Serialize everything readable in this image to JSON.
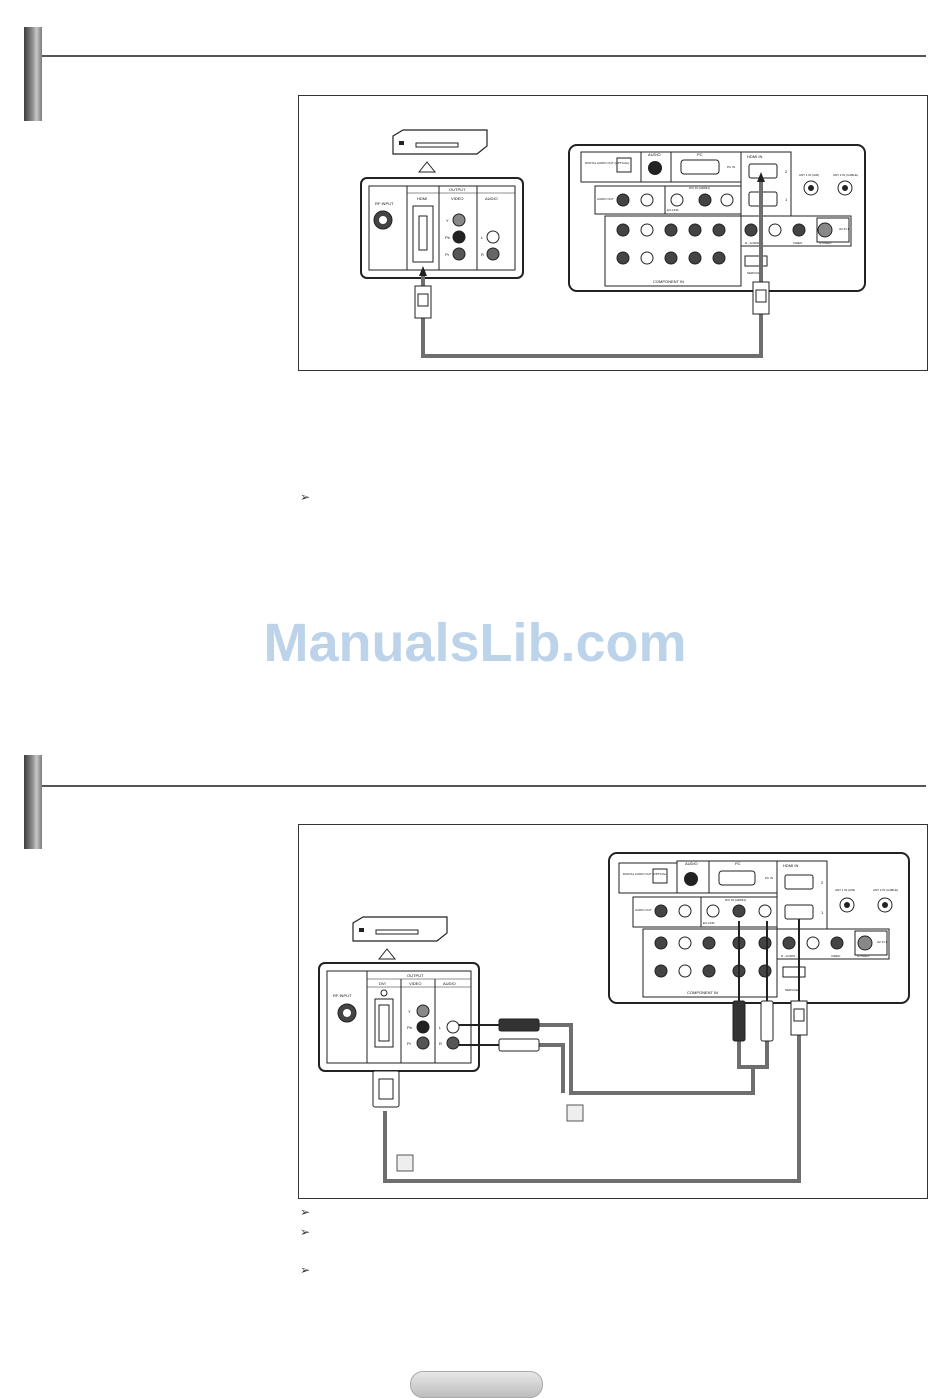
{
  "watermark": "ManualsLib.com",
  "figure1": {
    "device_panel": {
      "rf_input": "RF INPUT",
      "output": "OUTPUT",
      "hdmi": "HDMI",
      "video": "VIDEO",
      "audio": "AUDIO",
      "y": "Y",
      "pb": "Pb",
      "pr": "Pr",
      "l": "L",
      "r": "R"
    },
    "tv_panel": {
      "digital_audio_out": "DIGITAL AUDIO OUT (OPTICAL)",
      "audio": "AUDIO",
      "pc": "PC",
      "pc_in": "PC IN",
      "hdmi_in": "HDMI IN",
      "ant1": "ANT 1 IN (AIR)",
      "ant2": "ANT 2 IN (CABLE)",
      "audio_out": "AUDIO OUT",
      "dvi_in": "DVI IN (HDMI1)",
      "ex_link": "EX-LINK",
      "audio_rl": "R - AUDIO - L",
      "video": "VIDEO",
      "svideo": "S-VIDEO",
      "av_in": "AV IN 1",
      "service": "SERVICE",
      "component_in": "COMPONENT IN",
      "port2": "2",
      "port1": "1"
    }
  },
  "figure2": {
    "device_panel": {
      "rf_input": "RF INPUT",
      "output": "OUTPUT",
      "dvi": "DVI",
      "video": "VIDEO",
      "audio": "AUDIO",
      "y": "Y",
      "pb": "Pb",
      "pr": "Pr",
      "l": "L",
      "r": "R"
    },
    "tv_panel": {
      "digital_audio_out": "DIGITAL AUDIO OUT (OPTICAL)",
      "audio": "AUDIO",
      "pc": "PC",
      "pc_in": "PC IN",
      "hdmi_in": "HDMI IN",
      "ant1": "ANT 1 IN (AIR)",
      "ant2": "ANT 2 IN (CABLE)",
      "audio_out": "AUDIO OUT",
      "dvi_in": "DVI IN (HDMI1)",
      "ex_link": "EX-LINK",
      "audio_rl": "R - AUDIO - L",
      "video": "VIDEO",
      "svideo": "S-VIDEO",
      "av_in": "AV IN 1",
      "service": "SERVICE",
      "component_in": "COMPONENT IN",
      "port2": "2",
      "port1": "1"
    }
  },
  "notes": {
    "arrow_glyph": "➢"
  },
  "colors": {
    "cable": "#6e6e6e",
    "panel_stroke": "#222222",
    "watermark": "#bcd3ea"
  }
}
